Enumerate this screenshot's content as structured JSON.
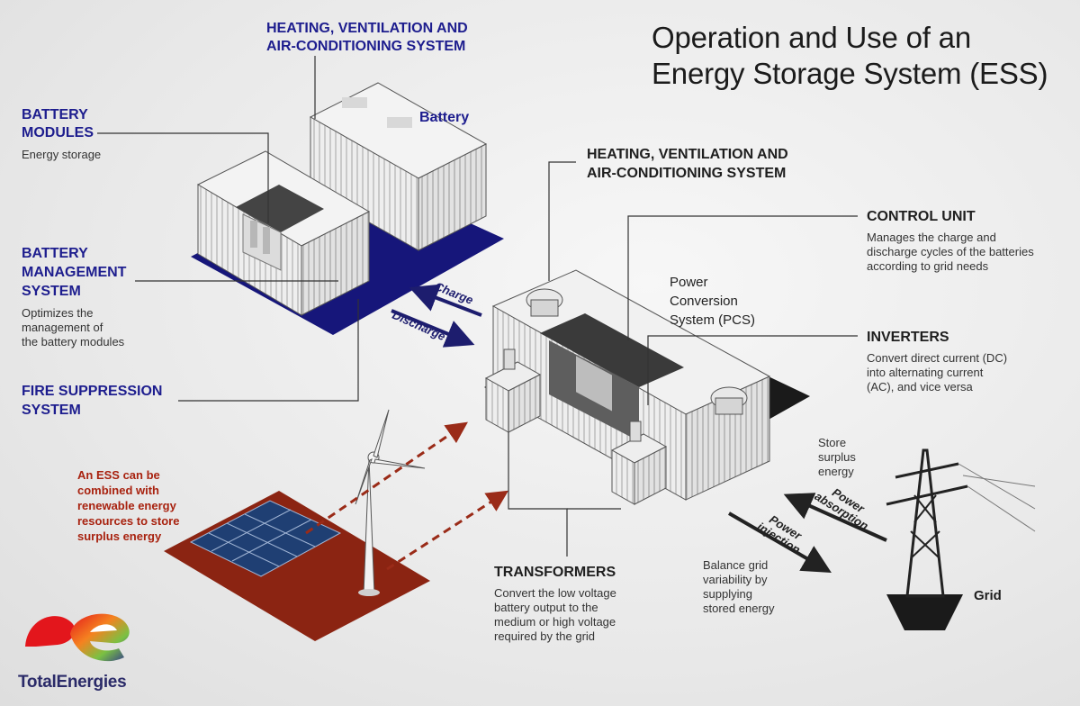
{
  "title": "Operation and Use of an\nEnergy Storage System (ESS)",
  "labels": {
    "hvac_top_1": "HEATING, VENTILATION AND",
    "hvac_top_2": "AIR-CONDITIONING SYSTEM",
    "battery": "Battery",
    "battery_modules_1": "BATTERY",
    "battery_modules_2": "MODULES",
    "battery_modules_desc": "Energy storage",
    "bms_1": "BATTERY",
    "bms_2": "MANAGEMENT",
    "bms_3": "SYSTEM",
    "bms_desc_1": "Optimizes the",
    "bms_desc_2": "management of",
    "bms_desc_3": "the battery modules",
    "fire_1": "FIRE SUPPRESSION",
    "fire_2": "SYSTEM",
    "hvac_mid_1": "HEATING, VENTILATION AND",
    "hvac_mid_2": "AIR-CONDITIONING SYSTEM",
    "control_unit": "CONTROL UNIT",
    "control_desc_1": "Manages the charge and",
    "control_desc_2": "discharge cycles of the batteries",
    "control_desc_3": "according to grid needs",
    "pcs_1": "Power",
    "pcs_2": "Conversion",
    "pcs_3": "System (PCS)",
    "inverters": "INVERTERS",
    "inverters_desc_1": "Convert direct current (DC)",
    "inverters_desc_2": "into alternating current",
    "inverters_desc_3": "(AC), and vice versa",
    "charge": "Charge",
    "discharge": "Discharge",
    "store_1": "Store",
    "store_2": "surplus",
    "store_3": "energy",
    "power_absorption_1": "Power",
    "power_absorption_2": "absorption",
    "power_injection_1": "Power",
    "power_injection_2": "injection",
    "balance_1": "Balance grid",
    "balance_2": "variability by",
    "balance_3": "supplying",
    "balance_4": "stored energy",
    "grid": "Grid",
    "transformers": "TRANSFORMERS",
    "transformers_desc_1": "Convert the low voltage",
    "transformers_desc_2": "battery output to the",
    "transformers_desc_3": "medium or high voltage",
    "transformers_desc_4": "required by the grid",
    "renew_1": "An ESS can be",
    "renew_2": "combined with",
    "renew_3": "renewable energy",
    "renew_4": "resources to store",
    "renew_5": "surplus energy",
    "logo": "TotalEnergies"
  },
  "colors": {
    "navy": "#1d1d8e",
    "dark_pad": "#16167a",
    "red_pad": "#8b2412",
    "red_text": "#a8220f"
  }
}
